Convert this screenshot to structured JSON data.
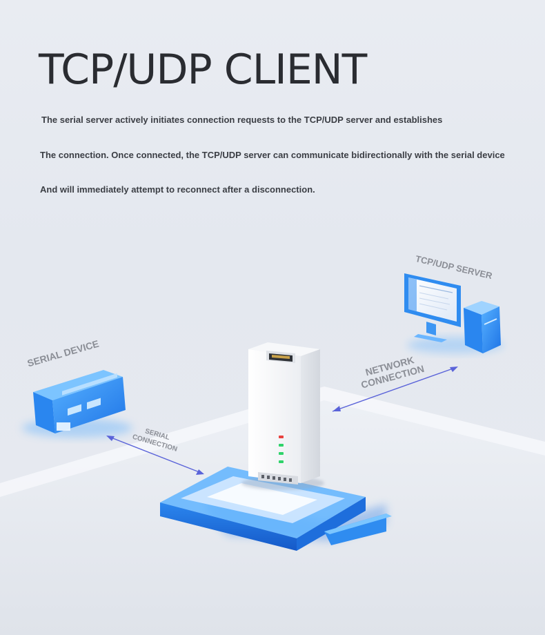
{
  "title": "TCP/UDP CLIENT",
  "description": [
    "The serial server actively initiates connection requests to the TCP/UDP server and establishes",
    "The connection. Once connected, the TCP/UDP server can communicate bidirectionally with the serial device",
    "And will immediately attempt to reconnect after a disconnection."
  ],
  "diagram": {
    "serial_device_label": "SERIAL DEVICE",
    "server_label": "TCP/UDP SERVER",
    "network_connection_label": [
      "NETWORK",
      "CONNECTION"
    ],
    "serial_connection_label": [
      "SERIAL",
      "CONNECTION"
    ]
  },
  "colors": {
    "accent_blue": "#2f8cf0",
    "title_text": "#2a2c31",
    "label_gray": "#8b8e96",
    "led_red": "#e8423f",
    "led_green": "#2fd36a"
  }
}
